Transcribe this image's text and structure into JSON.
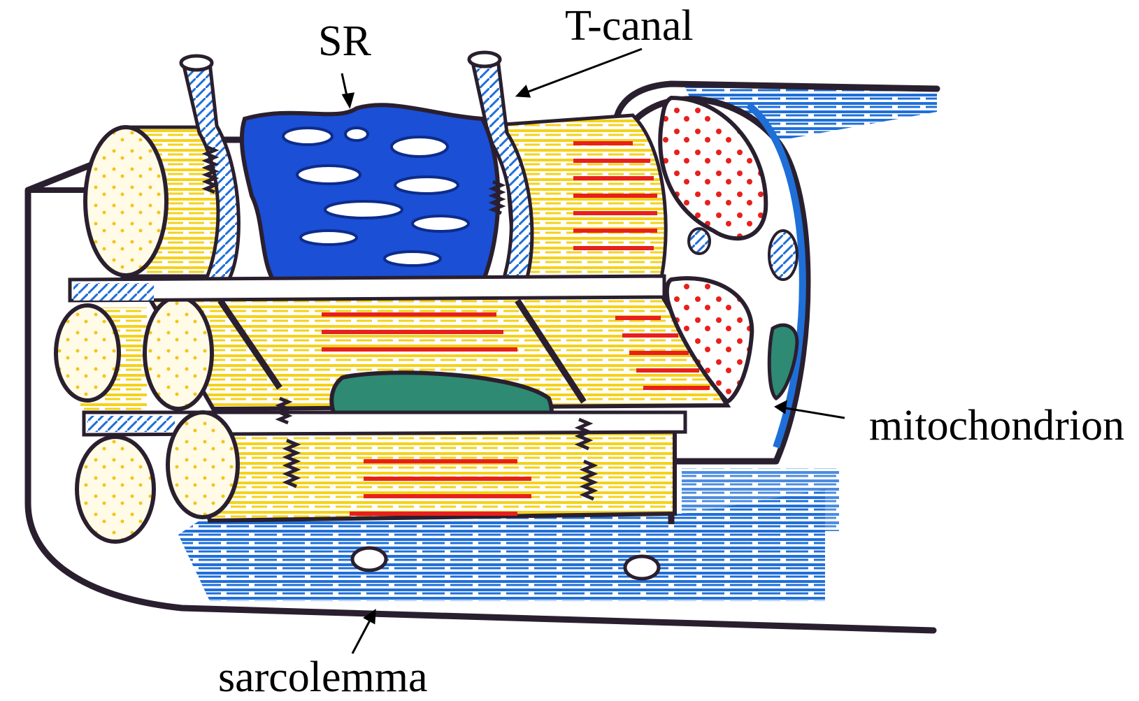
{
  "labels": {
    "sr": "SR",
    "t_canal": "T-canal",
    "mitochondrion": "mitochondrion",
    "sarcolemma": "sarcolemma"
  },
  "colors": {
    "outline": "#2a1f2e",
    "myofibril_yellow": "#f4d21a",
    "band_red": "#e8201c",
    "sr_blue": "#1a4fd6",
    "sarcoplasm_blue": "#1f6fd8",
    "mitochondrion_green": "#2e8a72",
    "background": "#ffffff"
  }
}
